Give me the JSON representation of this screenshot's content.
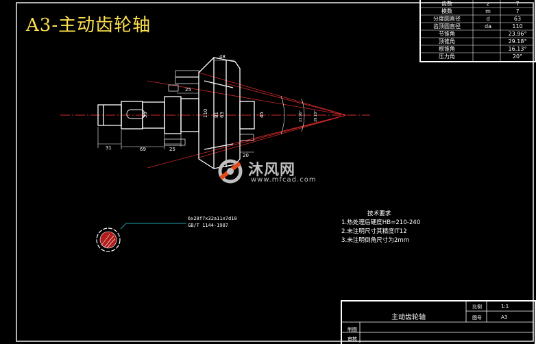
{
  "drawing": {
    "title": "A3-主动齿轮轴",
    "part_name": "主动齿轮轴"
  },
  "param_table": {
    "rows": [
      {
        "name": "",
        "symbol": "",
        "value": ""
      },
      {
        "name": "齿数",
        "symbol": "z",
        "value": "7"
      },
      {
        "name": "模数",
        "symbol": "m",
        "value": "7"
      },
      {
        "name": "分度圆直径",
        "symbol": "d",
        "value": "63"
      },
      {
        "name": "齿顶圆直径",
        "symbol": "da",
        "value": "110"
      },
      {
        "name": "节锥角",
        "symbol": "",
        "value": "23.96°"
      },
      {
        "name": "顶锥角",
        "symbol": "",
        "value": "29.18°"
      },
      {
        "name": "根锥角",
        "symbol": "",
        "value": "16.13°"
      },
      {
        "name": "压力角",
        "symbol": "",
        "value": "20°"
      }
    ]
  },
  "dimensions": {
    "d48": "48",
    "d25": "25",
    "d110": "110",
    "d81": "81",
    "d63": "63",
    "d45": "45",
    "d35": "35",
    "d20": "20",
    "d31": "31",
    "d69": "69",
    "d25b": "25",
    "ang1": "29.18°",
    "ang2": "23.96°"
  },
  "spline_note": {
    "line1": "6x28f7x32a11x7d10",
    "line2": "GB/T 1144-1987"
  },
  "tech_requirements": {
    "heading": "技术要求",
    "items": [
      "1.热处理后硬度HB=210-240",
      "2.未注明尺寸其精度IT12",
      "3.未注明倒角尺寸为2mm"
    ]
  },
  "title_block": {
    "scale_label": "比例",
    "scale_value": "1:1",
    "drawing_no_label": "图号",
    "drawing_no_value": "A3",
    "draw_label": "制图",
    "check_label": "审核"
  },
  "watermark": {
    "cn": "沐风网",
    "url": "www.mfcad.com"
  },
  "colors": {
    "background": "#000000",
    "title": "#ffe14d",
    "centerline": "#d42a2a",
    "geometry": "#ffffff",
    "dim": "#ffffff"
  }
}
